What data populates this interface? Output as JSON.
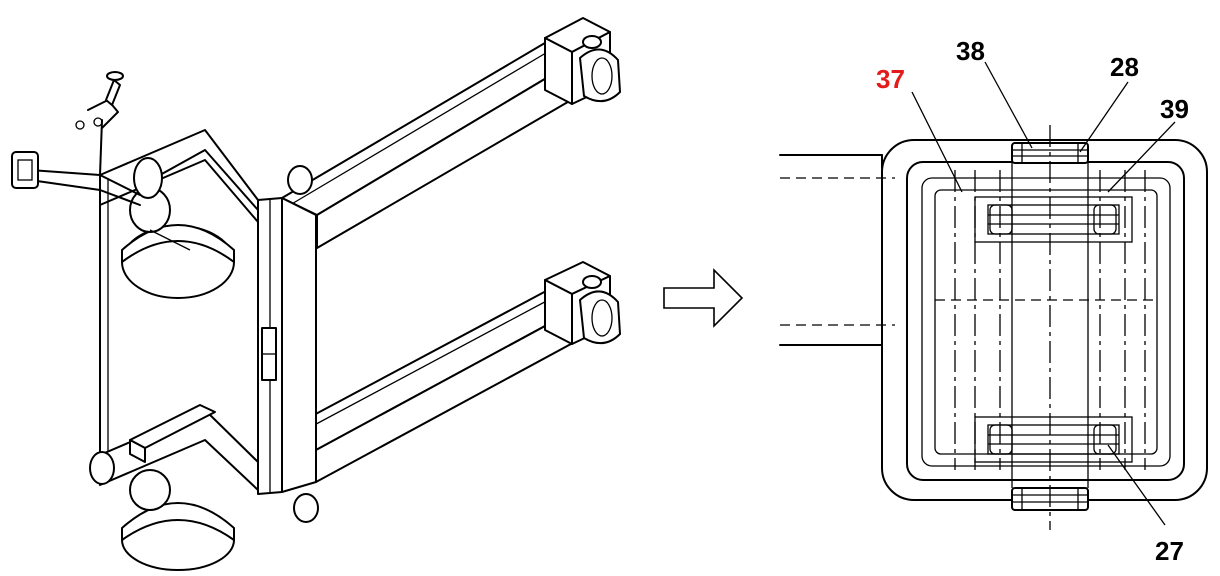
{
  "callouts": [
    {
      "id": "37",
      "label": "37",
      "color": "#e41b1b"
    },
    {
      "id": "38",
      "label": "38",
      "color": "#000000"
    },
    {
      "id": "28",
      "label": "28",
      "color": "#000000"
    },
    {
      "id": "39",
      "label": "39",
      "color": "#000000"
    },
    {
      "id": "27",
      "label": "27",
      "color": "#000000"
    }
  ],
  "colors": {
    "line": "#000000",
    "highlight": "#e41b1b",
    "background": "#ffffff"
  },
  "icons": {
    "arrow": "right-arrow-icon"
  }
}
